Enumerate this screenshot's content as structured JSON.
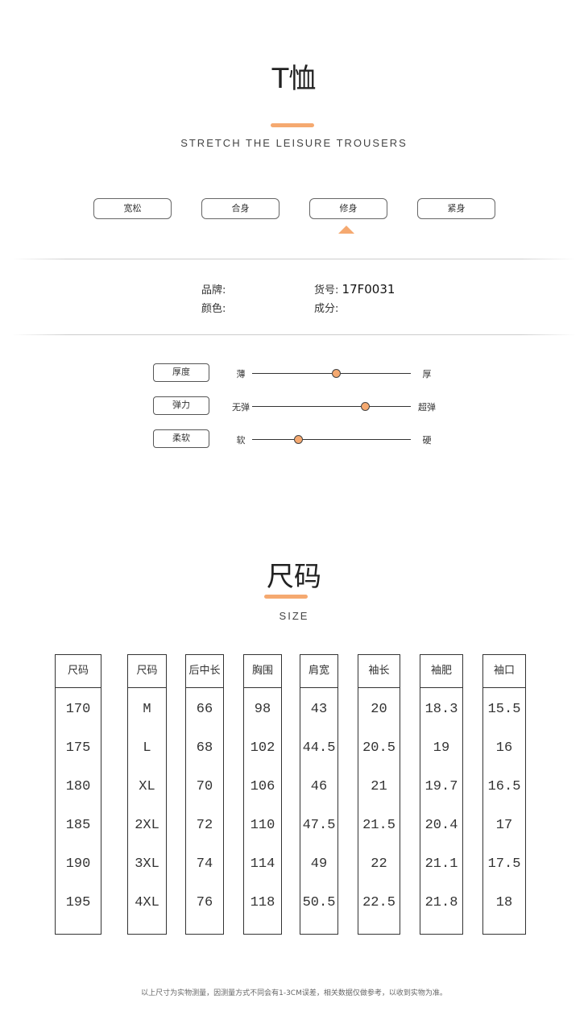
{
  "header": {
    "title": "T恤",
    "subtitle": "STRETCH THE LEISURE TROUSERS"
  },
  "fit": {
    "options": [
      "宽松",
      "合身",
      "修身",
      "紧身"
    ],
    "selected": "修身"
  },
  "info": {
    "brand_label": "品牌:",
    "color_label": "颜色:",
    "item_label": "货号:",
    "item_no": "17F0031",
    "material_label": "成分:"
  },
  "attributes": [
    {
      "name": "厚度",
      "left": "薄",
      "right": "厚",
      "value": 0.53
    },
    {
      "name": "弹力",
      "left": "无弹",
      "right": "超弹",
      "value": 0.71
    },
    {
      "name": "柔软",
      "left": "软",
      "right": "硬",
      "value": 0.29
    }
  ],
  "size_section": {
    "title": "尺码",
    "subtitle": "SIZE"
  },
  "size_table": {
    "columns": [
      {
        "header": "尺码",
        "values": [
          "170",
          "175",
          "180",
          "185",
          "190",
          "195"
        ]
      },
      {
        "header": "尺码",
        "values": [
          "M",
          "L",
          "XL",
          "2XL",
          "3XL",
          "4XL"
        ]
      },
      {
        "header": "后中长",
        "values": [
          "66",
          "68",
          "70",
          "72",
          "74",
          "76"
        ]
      },
      {
        "header": "胸围",
        "values": [
          "98",
          "102",
          "106",
          "110",
          "114",
          "118"
        ]
      },
      {
        "header": "肩宽",
        "values": [
          "43",
          "44.5",
          "46",
          "47.5",
          "49",
          "50.5"
        ]
      },
      {
        "header": "袖长",
        "values": [
          "20",
          "20.5",
          "21",
          "21.5",
          "22",
          "22.5"
        ]
      },
      {
        "header": "袖肥",
        "values": [
          "18.3",
          "19",
          "19.7",
          "20.4",
          "21.1",
          "21.8"
        ]
      },
      {
        "header": "袖口",
        "values": [
          "15.5",
          "16",
          "16.5",
          "17",
          "17.5",
          "18"
        ]
      }
    ]
  },
  "note": "以上尺寸为实物测量，因测量方式不同会有1-3CM误差，相关数据仅做参考，以收到实物为准。",
  "colors": {
    "accent": "#f5a970"
  }
}
